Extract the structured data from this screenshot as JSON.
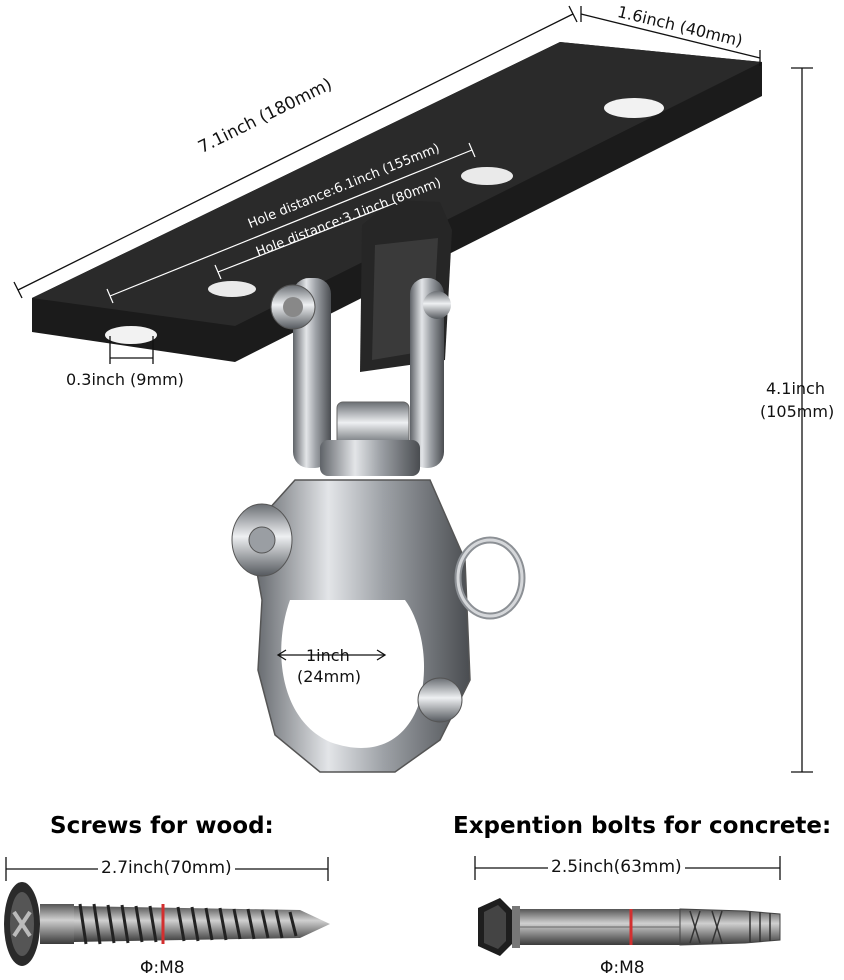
{
  "plate": {
    "length_label": "7.1inch (180mm)",
    "width_label": "1.6inch (40mm)",
    "hole_distance_outer_label": "Hole distance:6.1inch (155mm)",
    "hole_distance_inner_label": "Hole distance:3.1inch (80mm)",
    "hole_diameter_label": "0.3inch (9mm)"
  },
  "height": {
    "inch": "4.1inch",
    "mm": "(105mm)"
  },
  "snap_opening": {
    "inch": "1inch",
    "mm": "(24mm)"
  },
  "screws": {
    "title": "Screws for wood:",
    "length_label": "2.7inch(70mm)",
    "diameter_label": "Φ:M8"
  },
  "bolts": {
    "title": "Expention bolts for concrete:",
    "length_label": "2.5inch(63mm)",
    "diameter_label": "Φ:M8"
  },
  "colors": {
    "plate": "#1a1a1a",
    "steel": "#b9bcc0",
    "marker": "#d32f2f"
  }
}
